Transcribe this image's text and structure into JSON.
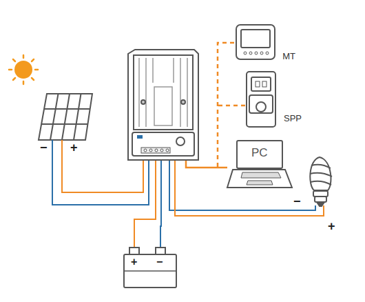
{
  "diagram": {
    "nodes": [
      {
        "text": [
          "MT"
        ]
      },
      {
        "text": [
          "SPP"
        ]
      },
      {
        "text": [
          "−",
          "+"
        ]
      },
      {
        "text": [
          "PC"
        ]
      },
      {
        "text": [
          "−",
          "+"
        ]
      },
      {
        "text": [
          "+",
          "−"
        ]
      }
    ]
  }
}
